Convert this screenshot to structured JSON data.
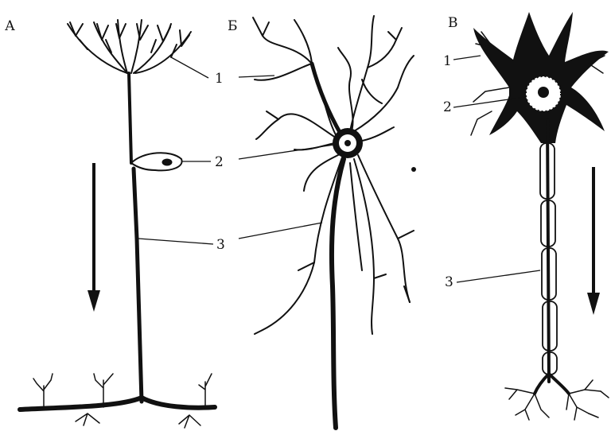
{
  "panels": [
    {
      "letter": "А",
      "labels": [
        "1",
        "2",
        "3"
      ]
    },
    {
      "letter": "Б",
      "labels": [
        "1",
        "2",
        "3"
      ]
    },
    {
      "letter": "В",
      "labels": [
        "1",
        "2",
        "3"
      ]
    }
  ]
}
